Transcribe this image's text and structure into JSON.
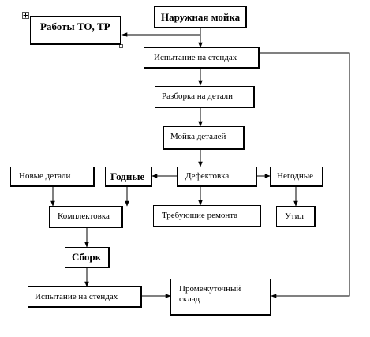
{
  "nodes": {
    "wash_outer": "Наружная мойка",
    "maintenance": "Работы ТО, ТР",
    "test_top": "Испытание на стендах",
    "disassembly": "Разборка на детали",
    "parts_wash": "Мойка деталей",
    "defect": "Дефектовка",
    "good": "Годные",
    "unusable": "Негодные",
    "new_parts": "Новые детали",
    "repair": "Требующие ремонта",
    "scrap": "Утил",
    "kitting": "Комплектовка",
    "assembly": "Сборк",
    "test_bottom": "Испытание на стендах",
    "storage_line1": "Промежуточный",
    "storage_line2": "склад"
  },
  "icons": {
    "move_handle": "move-cross-icon",
    "resize_handle": "resize-square-icon"
  }
}
